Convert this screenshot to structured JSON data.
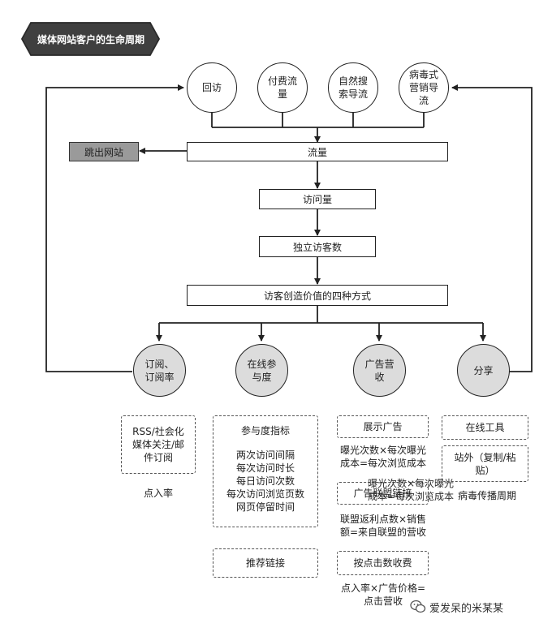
{
  "title": "媒体网站客户的生命周期",
  "sources": [
    {
      "label": "回访"
    },
    {
      "label": "付费流\n量"
    },
    {
      "label": "自然搜\n索导流"
    },
    {
      "label": "病毒式\n营销导\n流"
    }
  ],
  "flow": {
    "traffic": "流量",
    "visits": "访问量",
    "unique_visitors": "独立访客数",
    "four_ways": "访客创造价值的四种方式"
  },
  "exit": "跳出网站",
  "ways": [
    {
      "label": "订阅、\n订阅率"
    },
    {
      "label": "在线参\n与度"
    },
    {
      "label": "广告营\n收"
    },
    {
      "label": "分享"
    }
  ],
  "subscribe": {
    "box": "RSS/社会化\n媒体关注/邮\n件订阅",
    "metric": "点入率"
  },
  "engagement": {
    "box_title": "参与度指标",
    "box_items": "两次访问间隔\n每次访问时长\n每日访问次数\n每次访问浏览页数\n网页停留时间",
    "link_box": "推荐链接"
  },
  "ads": {
    "display": "展示广告",
    "display_formula": "曝光次数×每次曝光\n成本=每次浏览成本",
    "affiliate": "广告联盟链接",
    "affiliate_overlap": "曝光次数×每次曝光\n成本=每次浏览成本",
    "affiliate_formula": "联盟返利点数×销售\n额=来自联盟的营收",
    "cpc": "按点击数收费",
    "cpc_formula": "点入率×广告价格=\n点击营收"
  },
  "share": {
    "online_tools": "在线工具",
    "offsite": "站外（复制/粘\n贴）",
    "viral_cycle": "病毒传播周期"
  },
  "watermark": "爱发呆的米某某",
  "colors": {
    "title_bg": "#3f3f3f",
    "exit_bg": "#9a9a9a",
    "way_fill": "#dcdcdc",
    "line": "#222222"
  }
}
